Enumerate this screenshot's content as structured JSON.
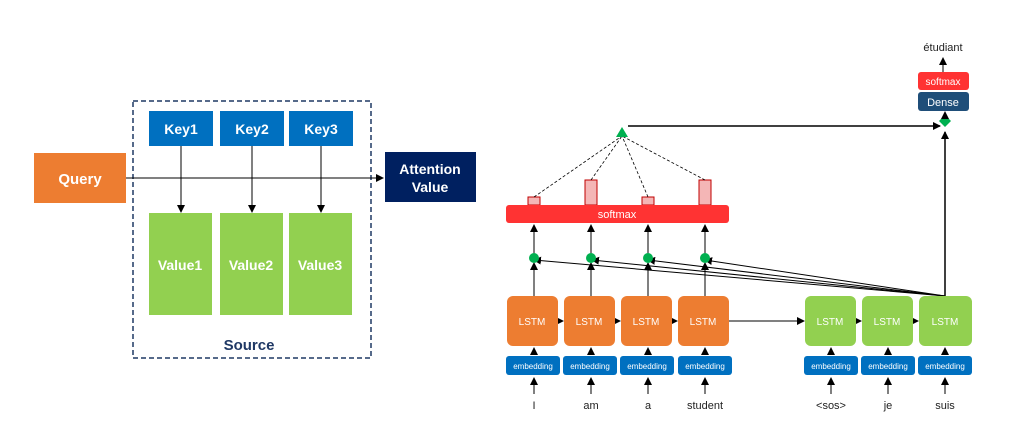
{
  "left": {
    "query": "Query",
    "keys": [
      "Key1",
      "Key2",
      "Key3"
    ],
    "values": [
      "Value1",
      "Value2",
      "Value3"
    ],
    "source": "Source",
    "attention_line1": "Attention",
    "attention_line2": "Value"
  },
  "right": {
    "softmax_bar": "softmax",
    "encoder_cell": "LSTM",
    "decoder_cell": "LSTM",
    "embedding": "embedding",
    "encoder_words": [
      "I",
      "am",
      "a",
      "student"
    ],
    "decoder_words": [
      "<sos>",
      "je",
      "suis"
    ],
    "dense": "Dense",
    "softmax_out": "softmax",
    "output_word": "étudiant"
  },
  "colors": {
    "orange": "#ED7D31",
    "key_blue": "#0070C0",
    "value_green": "#92D050",
    "navy": "#002060",
    "red": "#FF3333",
    "dense": "#1F4E79",
    "dot_green": "#00B050"
  }
}
